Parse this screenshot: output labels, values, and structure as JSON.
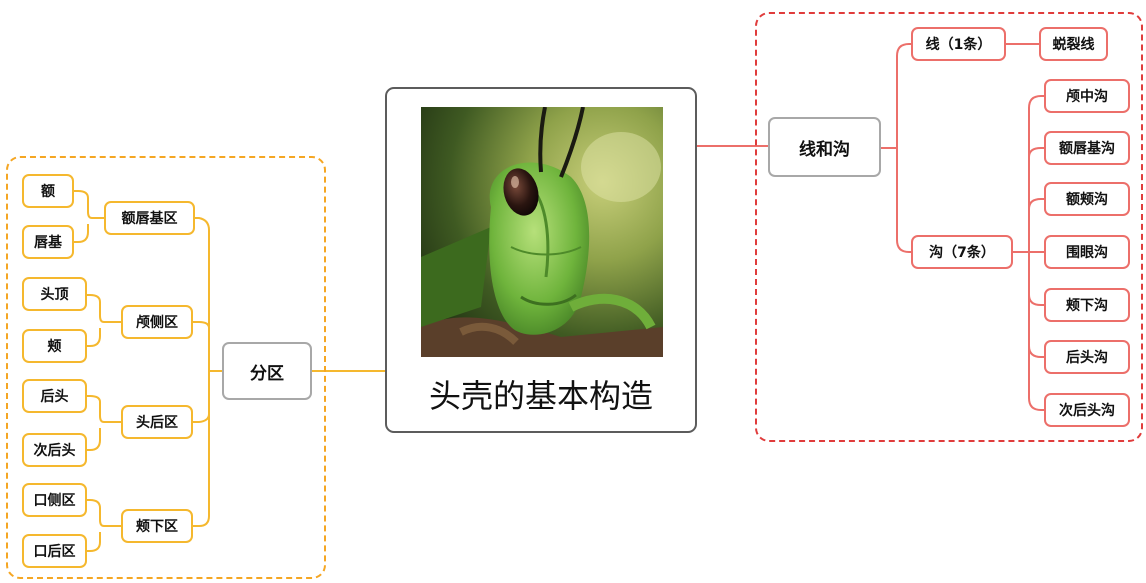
{
  "diagram": {
    "central_topic": "头壳的基本构造",
    "central_image_icon": "grasshopper-head-photo",
    "left_branch": {
      "label": "分区",
      "groups": [
        {
          "label": "额唇基区",
          "children": [
            "额",
            "唇基"
          ]
        },
        {
          "label": "颅侧区",
          "children": [
            "头顶",
            "颊"
          ]
        },
        {
          "label": "头后区",
          "children": [
            "后头",
            "次后头"
          ]
        },
        {
          "label": "颊下区",
          "children": [
            "口侧区",
            "口后区"
          ]
        }
      ]
    },
    "right_branch": {
      "label": "线和沟",
      "groups": [
        {
          "label": "线（1条）",
          "children": [
            "蜕裂线"
          ]
        },
        {
          "label": "沟（7条）",
          "children": [
            "颅中沟",
            "额唇基沟",
            "额颊沟",
            "围眼沟",
            "颊下沟",
            "后头沟",
            "次后头沟"
          ]
        }
      ]
    },
    "colors": {
      "left_accent": "#f5b82e",
      "right_accent": "#ec6f6a",
      "center_border": "#5c5c5c",
      "branch_border": "#a8a8a8"
    }
  }
}
